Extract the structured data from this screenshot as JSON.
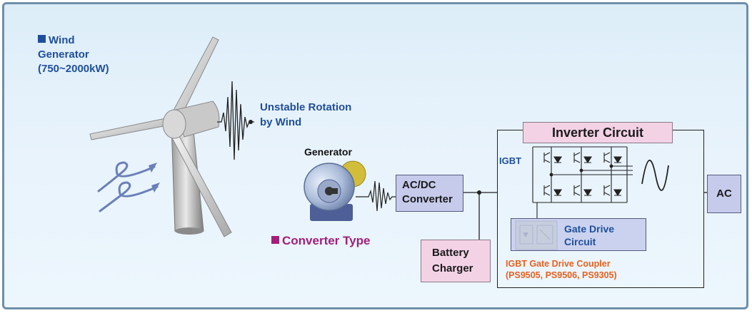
{
  "wind_generator": {
    "line1": "Wind",
    "line2": "Generator",
    "line3": "(750~2000kW)"
  },
  "unstable": {
    "line1": "Unstable Rotation",
    "line2": "by Wind"
  },
  "generator_label": "Generator",
  "converter_type": "Converter Type",
  "acdc": {
    "line1": "AC/DC",
    "line2": "Converter"
  },
  "battery": {
    "line1": "Battery",
    "line2": "Charger"
  },
  "inverter_title": "Inverter Circuit",
  "igbt_label": "IGBT",
  "gate_drive": {
    "line1": "Gate Drive",
    "line2": "Circuit"
  },
  "coupler": {
    "line1": "IGBT Gate Drive Coupler",
    "line2": "(PS9505, PS9506, PS9305)"
  },
  "ac_label": "AC",
  "colors": {
    "blue_text": "#1f4f9a",
    "magenta": "#a0207a",
    "orange": "#e8601c",
    "frame": "#6e8fa9"
  }
}
